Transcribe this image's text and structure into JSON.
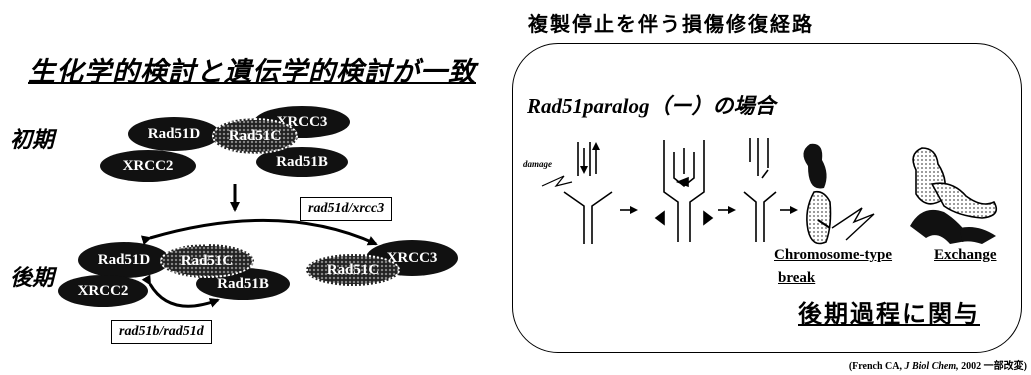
{
  "left": {
    "title": "生化学的検討と遺伝学的検討が一致",
    "early_label": "初期",
    "late_label": "後期",
    "early_complex": {
      "rad51d": "Rad51D",
      "xrcc2": "XRCC2",
      "rad51c": "Rad51C",
      "xrcc3": "XRCC3",
      "rad51b": "Rad51B"
    },
    "late_complex_left": {
      "rad51d": "Rad51D",
      "xrcc2": "XRCC2",
      "rad51c": "Rad51C",
      "rad51b": "Rad51B"
    },
    "late_complex_right": {
      "rad51c": "Rad51C",
      "xrcc3": "XRCC3"
    },
    "box_top": "rad51d/xrcc3",
    "box_bottom": "rad51b/rad51d"
  },
  "right": {
    "title": "複製停止を伴う損傷修復経路",
    "panel_heading": "Rad51paralog（ー）の場合",
    "damage_label": "damage",
    "chromosome_type": "Chromosome-type",
    "break": "break",
    "exchange": "Exchange",
    "involved": "後期過程に関与",
    "citation_pre": "(French CA, ",
    "citation_journal": "J Biol Chem,",
    "citation_post": " 2002 一部改変)"
  }
}
